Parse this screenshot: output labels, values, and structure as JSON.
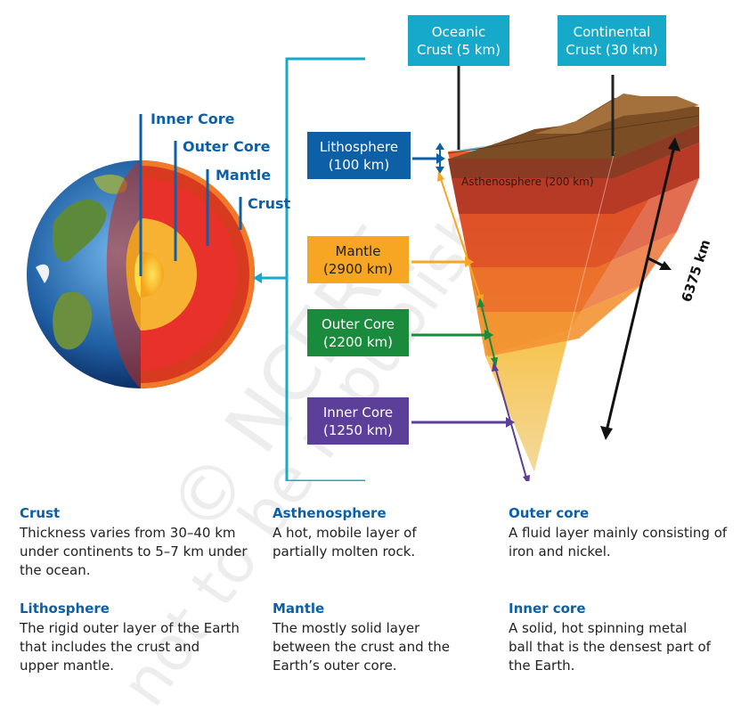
{
  "globe_labels": {
    "inner_core": "Inner Core",
    "outer_core": "Outer Core",
    "mantle": "Mantle",
    "crust": "Crust"
  },
  "top_boxes": {
    "oceanic": [
      "Oceanic",
      "Crust (5 km)"
    ],
    "continental": [
      "Continental",
      "Crust (30 km)"
    ]
  },
  "side_boxes": {
    "lithosphere": [
      "Lithosphere",
      "(100 km)"
    ],
    "mantle": [
      "Mantle",
      "(2900 km)"
    ],
    "outer_core": [
      "Outer Core",
      "(2200 km)"
    ],
    "inner_core": [
      "Inner Core",
      "(1250 km)"
    ]
  },
  "wedge_labels": {
    "asthenosphere": "Asthenosphere (200 km)",
    "radius": "6375 km"
  },
  "descriptions": [
    {
      "title": "Crust",
      "text": "Thickness varies from 30–40 km under continents to 5–7 km under the ocean."
    },
    {
      "title": "Asthenosphere",
      "text": "A hot, mobile layer of partially molten rock."
    },
    {
      "title": "Outer core",
      "text": "A fluid layer mainly consisting of iron and nickel."
    },
    {
      "title": "Lithosphere",
      "text": "The rigid outer layer of the Earth that includes the crust and upper mantle."
    },
    {
      "title": "Mantle",
      "text": "The mostly solid layer between the crust and the Earth’s outer core."
    },
    {
      "title": "Inner core",
      "text": "A solid, hot spinning metal ball that is the densest part of the Earth."
    }
  ],
  "colors": {
    "lithosphere_box": "#0d5fa6",
    "mantle_box": "#f6a623",
    "outer_core_box": "#1a8a3c",
    "inner_core_box": "#5b3f98",
    "top_box": "#17a9c9",
    "title_blue": "#0d5fa6"
  }
}
